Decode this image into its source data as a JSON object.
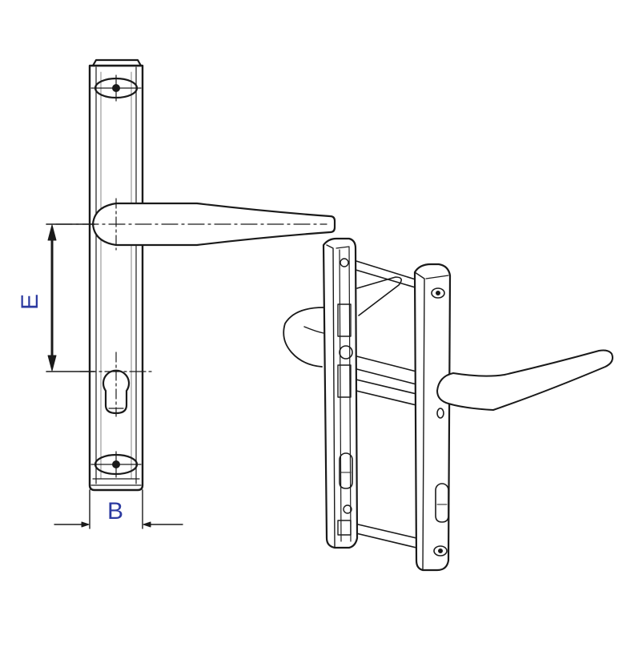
{
  "diagram": {
    "subject": "door handle on backplate (lever handle set with euro-cylinder cutout)",
    "views": [
      {
        "id": "front-elevation",
        "description": "front view of lever handle on long backplate with screw holes and euro cylinder keyhole"
      },
      {
        "id": "isometric-assembly",
        "description": "3D exploded/assembled view of pair of handles on backplates with connecting bolts"
      }
    ],
    "dimensions": {
      "e_label": "E",
      "b_label": "B"
    },
    "colors": {
      "line": "#1a1a1a",
      "dimension_text": "#2c3aa0",
      "background": "#ffffff"
    }
  }
}
